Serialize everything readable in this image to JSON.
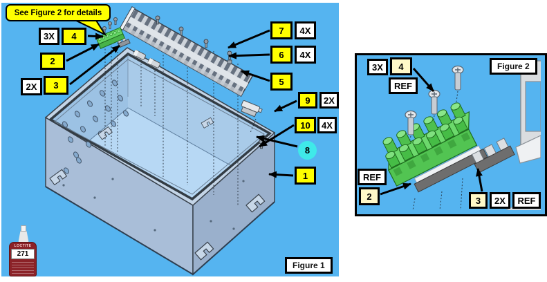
{
  "colors": {
    "panel_bg": "#55B4F0",
    "item_box_fig1": "#FFFF00",
    "item_box_fig2": "#FFF9C8",
    "qty_ref_box": "#FFFFFF",
    "balloon": "#3FE9E9"
  },
  "figure1": {
    "caption": "Figure 1",
    "note": "See Figure 2 for details",
    "callouts": {
      "c1": {
        "num": "1"
      },
      "c2": {
        "num": "2"
      },
      "c3": {
        "qty": "2X",
        "num": "3"
      },
      "c4": {
        "qty": "3X",
        "num": "4"
      },
      "c5": {
        "num": "5"
      },
      "c6": {
        "num": "6",
        "qty": "4X"
      },
      "c7": {
        "num": "7",
        "qty": "4X"
      },
      "c8": {
        "num": "8"
      },
      "c9": {
        "num": "9",
        "qty": "2X"
      },
      "c10": {
        "num": "10",
        "qty": "4X"
      }
    },
    "bottle": {
      "brand": "LOCTITE",
      "number": "271"
    }
  },
  "figure2": {
    "caption": "Figure 2",
    "callouts": {
      "c4": {
        "qty": "3X",
        "num": "4",
        "ref": "REF"
      },
      "c2": {
        "ref": "REF",
        "num": "2"
      },
      "c3": {
        "num": "3",
        "qty": "2X",
        "ref": "REF"
      }
    }
  }
}
